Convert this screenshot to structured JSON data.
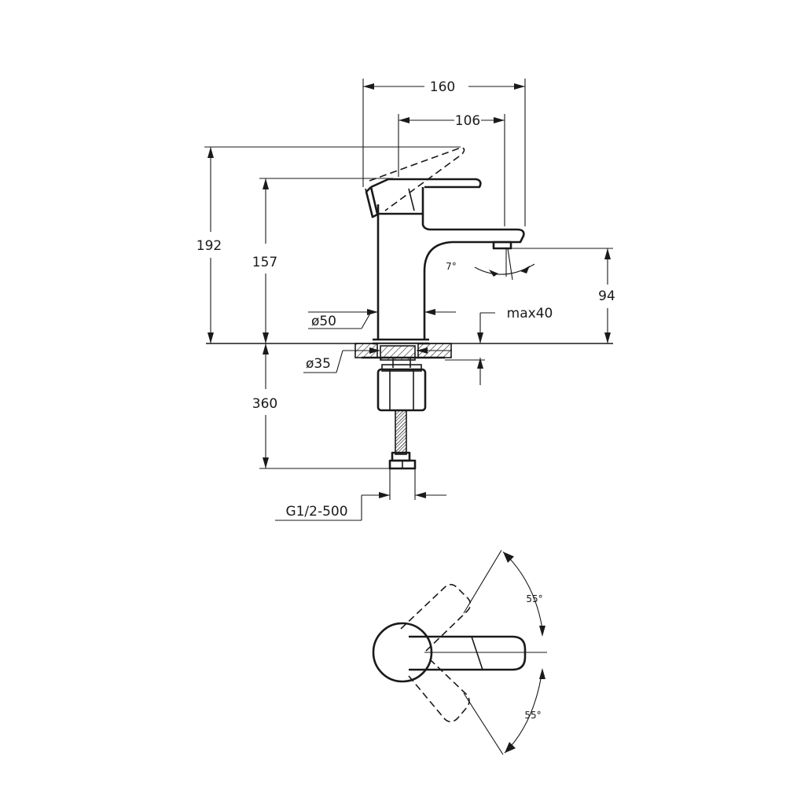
{
  "dimensions": {
    "total_width": "160",
    "spout_reach": "106",
    "total_height": "192",
    "spout_height": "157",
    "outlet_height": "94",
    "body_diameter": "ø50",
    "hole_diameter": "ø35",
    "max_thickness": "max40",
    "supply_length": "360",
    "hose": "G1/2-500",
    "tilt_angle": "7°",
    "swivel_angle_top": "55°",
    "swivel_angle_bottom": "55°"
  },
  "colors": {
    "line": "#1a1a1a",
    "background": "#ffffff"
  }
}
